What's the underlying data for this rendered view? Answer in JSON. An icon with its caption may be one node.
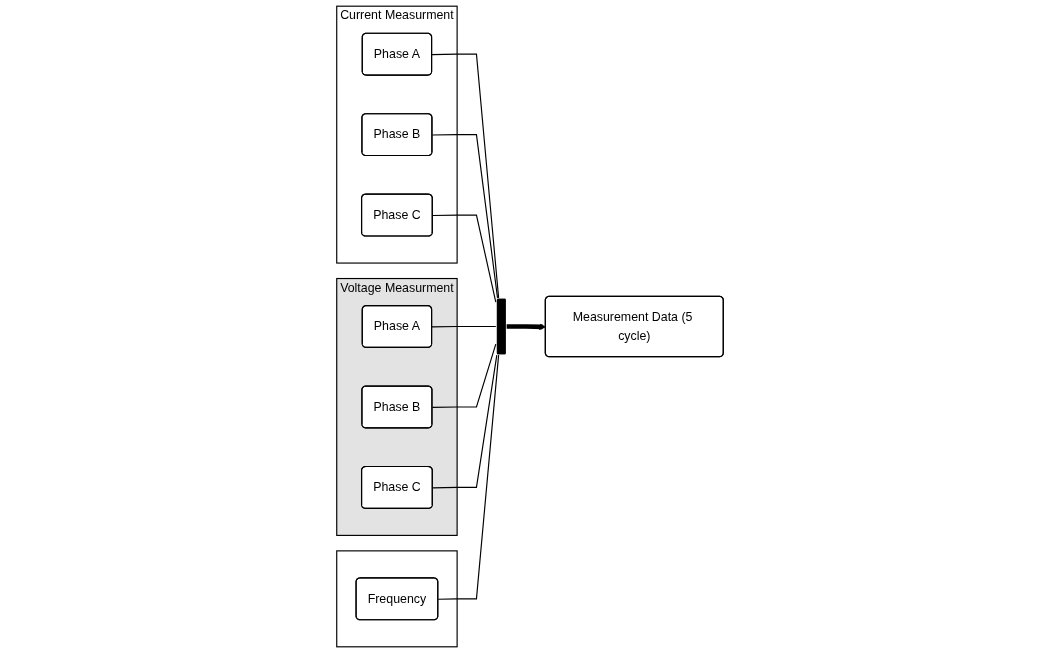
{
  "diagram": {
    "nodes": [
      {
        "text": [
          "Current Measurment"
        ]
      },
      {
        "text": [
          "Phase A"
        ],
        "in": 0
      },
      {
        "text": [
          "Phase B"
        ],
        "in": 0
      },
      {
        "text": [
          "Phase C"
        ],
        "in": 0
      },
      {
        "text": [
          "Voltage Measurment"
        ]
      },
      {
        "text": [
          "Phase A"
        ],
        "in": 4
      },
      {
        "text": [
          "Phase B"
        ],
        "in": 4
      },
      {
        "text": [
          "Phase C"
        ],
        "in": 4
      },
      {
        "text": [],
        "shape": "box"
      },
      {
        "text": [
          "Frequency"
        ],
        "in": 8
      },
      {
        "text": [],
        "shape": "bar"
      },
      {
        "text": [
          "Measurement Data (5 cycle)"
        ]
      }
    ],
    "edges": [
      {
        "from": 1,
        "to": 10,
        "arrow": "none"
      },
      {
        "from": 2,
        "to": 10,
        "arrow": "none"
      },
      {
        "from": 3,
        "to": 10,
        "arrow": "none"
      },
      {
        "from": 5,
        "to": 10,
        "arrow": "none"
      },
      {
        "from": 6,
        "to": 10,
        "arrow": "none"
      },
      {
        "from": 7,
        "to": 10,
        "arrow": "none"
      },
      {
        "from": 9,
        "to": 10,
        "arrow": "none"
      },
      {
        "from": 10,
        "to": 11,
        "arrow": "to",
        "style": "thick"
      }
    ]
  }
}
